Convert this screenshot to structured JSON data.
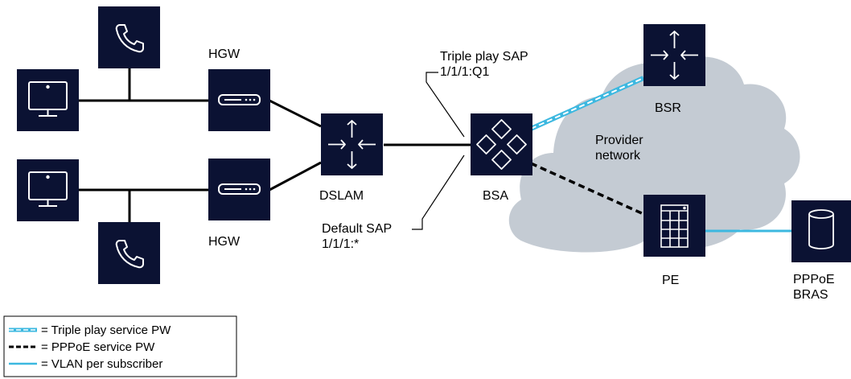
{
  "colors": {
    "node": "#0b1233",
    "cloud": "#c4cbd3",
    "line": "#000000",
    "vlan": "#3cb8e0",
    "background": "#ffffff"
  },
  "nodes": {
    "phone_top": {
      "icon": "phone-icon"
    },
    "phone_bottom": {
      "icon": "phone-icon"
    },
    "pc_top": {
      "icon": "monitor-icon"
    },
    "pc_bottom": {
      "icon": "monitor-icon"
    },
    "hgw_top": {
      "icon": "modem-icon",
      "label": "HGW"
    },
    "hgw_bottom": {
      "icon": "modem-icon",
      "label": "HGW"
    },
    "dslam": {
      "icon": "router-icon",
      "label": "DSLAM"
    },
    "bsa": {
      "icon": "switch-icon",
      "label": "BSA"
    },
    "bsr": {
      "icon": "router-icon",
      "label": "BSR"
    },
    "pe": {
      "icon": "server-rack-icon",
      "label": "PE"
    },
    "bras": {
      "icon": "database-icon",
      "label_line1": "PPPoE",
      "label_line2": "BRAS"
    }
  },
  "cloud": {
    "label_line1": "Provider",
    "label_line2": "network"
  },
  "callouts": {
    "triple_sap": {
      "line1": "Triple play SAP",
      "line2": "1/1/1:Q1"
    },
    "default_sap": {
      "line1": "Default SAP",
      "line2": "1/1/1:*"
    }
  },
  "legend": {
    "items": [
      {
        "style": "dashed-double-blue",
        "label": "= Triple play service PW"
      },
      {
        "style": "dashed-black",
        "label": "= PPPoE service PW"
      },
      {
        "style": "solid-blue",
        "label": "= VLAN per subscriber"
      }
    ]
  }
}
